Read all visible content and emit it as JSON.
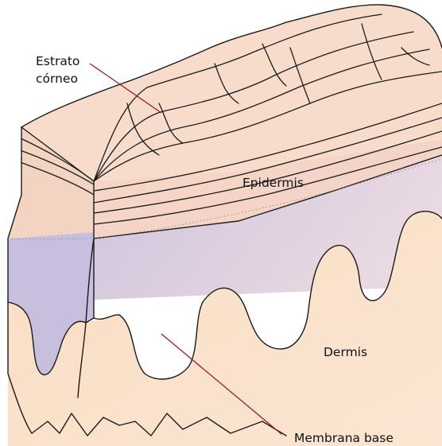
{
  "labels": {
    "stratum_corneum_line1": "Estrato",
    "stratum_corneum_line2": "córneo",
    "epidermis": "Epidermis",
    "dermis": "Dermis",
    "basement_membrane": "Membrana base"
  },
  "colors": {
    "epidermis_fill": "#f7d9c6",
    "epidermis_top": "#f9dfcf",
    "membrane_fill": "#ccc1dc",
    "dermis_fill": "#fbe3cb",
    "leader_line": "#9b1b30",
    "outline": "#1a1a1a"
  }
}
